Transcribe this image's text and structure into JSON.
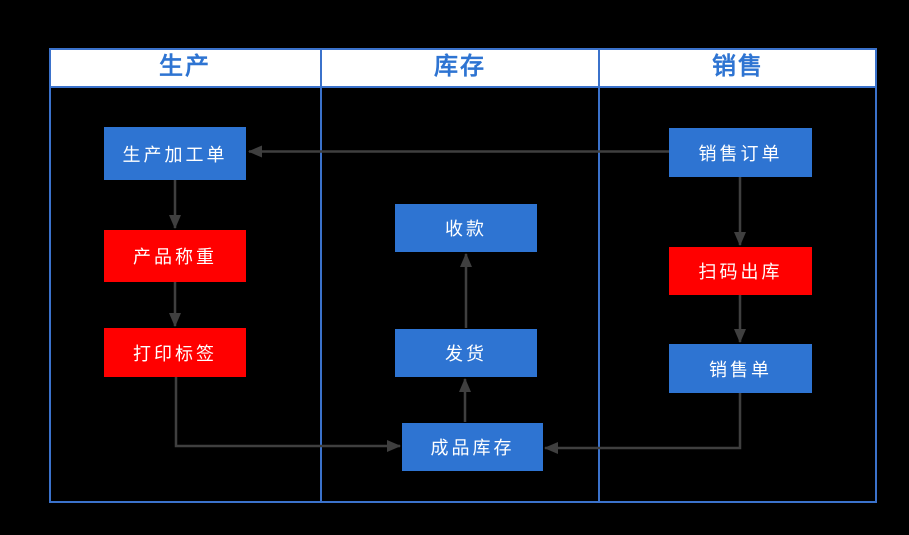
{
  "diagram": {
    "title": "production-inventory-sales flowchart",
    "colors": {
      "background": "#000000",
      "lane_border": "#3B72CB",
      "header_background": "#FFFFFF",
      "header_text": "#2E74D2",
      "node_blue": "#2E74D2",
      "node_red": "#FF0000",
      "node_text": "#FFFFFF",
      "arrow": "#3F3F3F"
    },
    "lanes": [
      {
        "label": "生产"
      },
      {
        "label": "库存"
      },
      {
        "label": "销售"
      }
    ],
    "nodes": [
      {
        "id": "production-order",
        "label": "生产加工单",
        "lane": "生产",
        "color": "#2E74D2"
      },
      {
        "id": "product-weighing",
        "label": "产品称重",
        "lane": "生产",
        "color": "#FF0000"
      },
      {
        "id": "print-label",
        "label": "打印标签",
        "lane": "生产",
        "color": "#FF0000"
      },
      {
        "id": "collect-payment",
        "label": "收款",
        "lane": "库存",
        "color": "#2E74D2"
      },
      {
        "id": "ship-goods",
        "label": "发货",
        "lane": "库存",
        "color": "#2E74D2"
      },
      {
        "id": "finished-inventory",
        "label": "成品库存",
        "lane": "库存",
        "color": "#2E74D2"
      },
      {
        "id": "sales-order",
        "label": "销售订单",
        "lane": "销售",
        "color": "#2E74D2"
      },
      {
        "id": "scan-outbound",
        "label": "扫码出库",
        "lane": "销售",
        "color": "#FF0000"
      },
      {
        "id": "sales-slip",
        "label": "销售单",
        "lane": "销售",
        "color": "#2E74D2"
      }
    ],
    "edges": [
      {
        "from": "销售订单",
        "to": "生产加工单"
      },
      {
        "from": "生产加工单",
        "to": "产品称重"
      },
      {
        "from": "产品称重",
        "to": "打印标签"
      },
      {
        "from": "打印标签",
        "to": "成品库存"
      },
      {
        "from": "销售订单",
        "to": "扫码出库"
      },
      {
        "from": "扫码出库",
        "to": "销售单"
      },
      {
        "from": "销售单",
        "to": "成品库存"
      },
      {
        "from": "成品库存",
        "to": "发货"
      },
      {
        "from": "发货",
        "to": "收款"
      }
    ]
  }
}
